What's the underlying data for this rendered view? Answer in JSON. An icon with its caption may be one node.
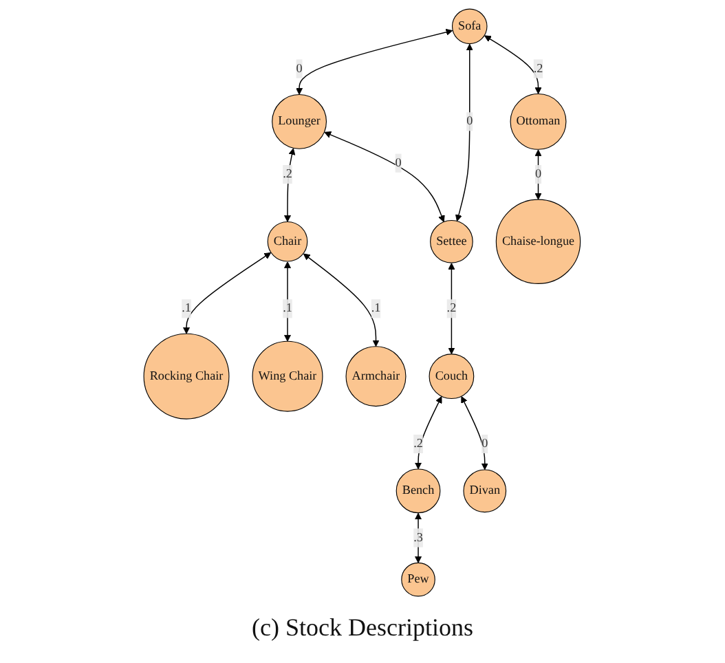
{
  "diagram": {
    "caption": "(c) Stock Descriptions",
    "nodes": [
      {
        "text": [
          "Rocking Chair"
        ]
      },
      {
        "text": [
          "Wing Chair"
        ]
      },
      {
        "text": [
          "Chair"
        ]
      },
      {
        "text": [
          "Lounger"
        ]
      },
      {
        "text": [
          "Armchair"
        ]
      },
      {
        "text": [
          "Sofa"
        ]
      },
      {
        "text": [
          "Settee"
        ]
      },
      {
        "text": [
          "Pew"
        ]
      },
      {
        "text": [
          "Ottoman"
        ]
      },
      {
        "text": [
          "Couch"
        ]
      },
      {
        "text": [
          "Bench"
        ]
      },
      {
        "text": [
          "Chaise-longue"
        ]
      },
      {
        "text": [
          "Divan"
        ]
      }
    ],
    "edges": [
      {
        "from": 5,
        "to": 3,
        "arrow": "both",
        "label": "0"
      },
      {
        "from": 3,
        "to": 2,
        "arrow": "both",
        "label": ".2"
      },
      {
        "from": 2,
        "to": 0,
        "arrow": "both",
        "label": ".1"
      },
      {
        "from": 2,
        "to": 1,
        "arrow": "both",
        "label": ".1"
      },
      {
        "from": 2,
        "to": 4,
        "arrow": "both",
        "label": ".1"
      },
      {
        "from": 5,
        "to": 6,
        "arrow": "both",
        "label": "0"
      },
      {
        "from": 3,
        "to": 6,
        "arrow": "both",
        "label": "0"
      },
      {
        "from": 5,
        "to": 8,
        "arrow": "both",
        "label": ".2"
      },
      {
        "from": 8,
        "to": 11,
        "arrow": "both",
        "label": "0"
      },
      {
        "from": 6,
        "to": 9,
        "arrow": "both",
        "label": ".2"
      },
      {
        "from": 9,
        "to": 10,
        "arrow": "both",
        "label": ".2"
      },
      {
        "from": 10,
        "to": 7,
        "arrow": "both",
        "label": ".3"
      },
      {
        "from": 9,
        "to": 12,
        "arrow": "both",
        "label": "0"
      }
    ]
  }
}
